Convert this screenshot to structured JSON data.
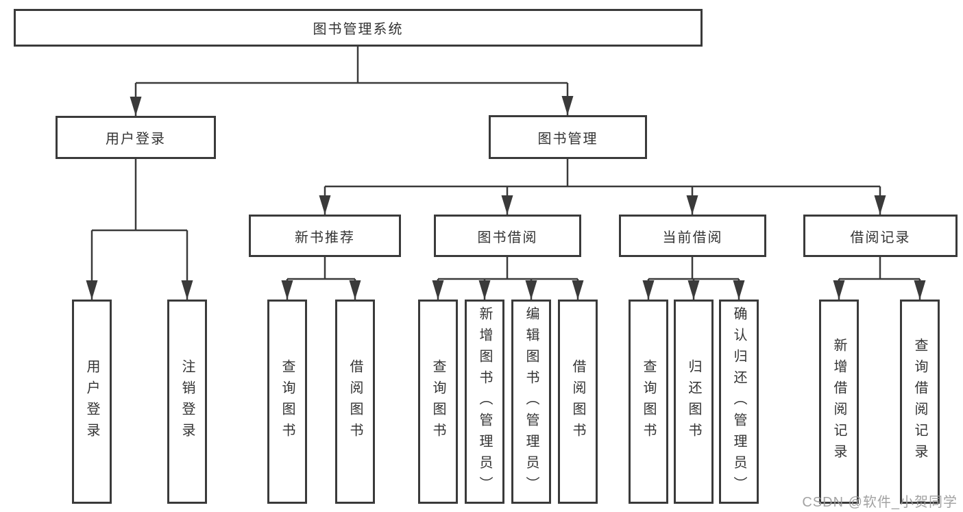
{
  "colors": {
    "line": "#3a3a3a",
    "text": "#333333",
    "box-bg": "#ffffff",
    "watermark": "#9b9b9b",
    "background": "#ffffff"
  },
  "diagram": {
    "root": {
      "label": "图书管理系统"
    },
    "branches": [
      {
        "label": "用户登录",
        "children": [
          {
            "label": "用户登录"
          },
          {
            "label": "注销登录"
          }
        ]
      },
      {
        "label": "图书管理",
        "children": [
          {
            "label": "新书推荐",
            "children": [
              {
                "label": "查询图书"
              },
              {
                "label": "借阅图书"
              }
            ]
          },
          {
            "label": "图书借阅",
            "children": [
              {
                "label": "查询图书"
              },
              {
                "label": "新增图书（管理员）"
              },
              {
                "label": "编辑图书（管理员）"
              },
              {
                "label": "借阅图书"
              }
            ]
          },
          {
            "label": "当前借阅",
            "children": [
              {
                "label": "查询图书"
              },
              {
                "label": "归还图书"
              },
              {
                "label": "确认归还（管理员）"
              }
            ]
          },
          {
            "label": "借阅记录",
            "children": [
              {
                "label": "新增借阅记录"
              },
              {
                "label": "查询借阅记录"
              }
            ]
          }
        ]
      }
    ]
  },
  "watermark": {
    "label": "CSDN @软件_小贺同学"
  }
}
